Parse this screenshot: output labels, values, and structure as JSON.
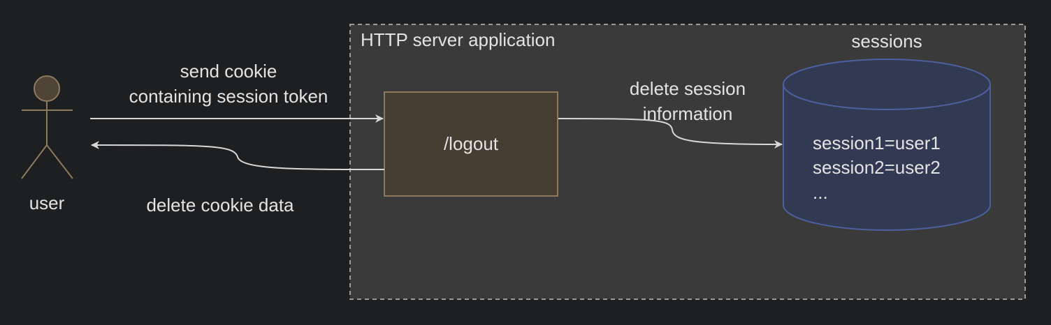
{
  "actor": {
    "label": "user"
  },
  "server": {
    "title": "HTTP server application"
  },
  "endpoint": {
    "label": "/logout"
  },
  "datastore": {
    "title": "sessions",
    "entries": [
      "session1=user1",
      "session2=user2",
      "..."
    ]
  },
  "edges": {
    "request_label_line1": "send cookie",
    "request_label_line2": "containing session token",
    "response_label": "delete cookie data",
    "delete_label_line1": "delete session",
    "delete_label_line2": "information"
  },
  "colors": {
    "background": "#1e1f21",
    "server_fill": "#3a3a3a",
    "server_border": "#9a9a9a",
    "endpoint_fill": "#463d33",
    "endpoint_border": "#8c7a5e",
    "datastore_fill": "#323a53",
    "datastore_border": "#4d5f9e",
    "actor_fill": "#4f4536",
    "actor_stroke": "#8c7a5e",
    "arrow": "#d8d8d8"
  }
}
